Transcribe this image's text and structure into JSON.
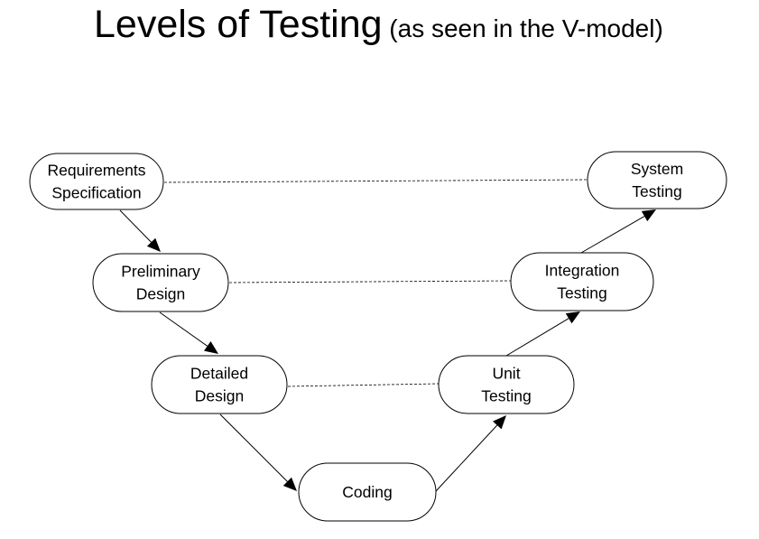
{
  "title": {
    "main": "Levels of Testing",
    "sub": " (as seen in the V-model)"
  },
  "nodes": {
    "requirements": [
      "Requirements",
      "Specification"
    ],
    "preliminary": [
      "Preliminary",
      "Design"
    ],
    "detailed": [
      "Detailed",
      "Design"
    ],
    "coding": [
      "Coding"
    ],
    "unit": [
      "Unit",
      "Testing"
    ],
    "integration": [
      "Integration",
      "Testing"
    ],
    "system": [
      "System",
      "Testing"
    ]
  },
  "edges": [
    {
      "from": "requirements",
      "to": "preliminary"
    },
    {
      "from": "preliminary",
      "to": "detailed"
    },
    {
      "from": "detailed",
      "to": "coding"
    },
    {
      "from": "coding",
      "to": "unit"
    },
    {
      "from": "unit",
      "to": "integration"
    },
    {
      "from": "integration",
      "to": "system"
    }
  ],
  "correspondences": [
    {
      "from": "requirements",
      "to": "system"
    },
    {
      "from": "preliminary",
      "to": "integration"
    },
    {
      "from": "detailed",
      "to": "unit"
    }
  ]
}
